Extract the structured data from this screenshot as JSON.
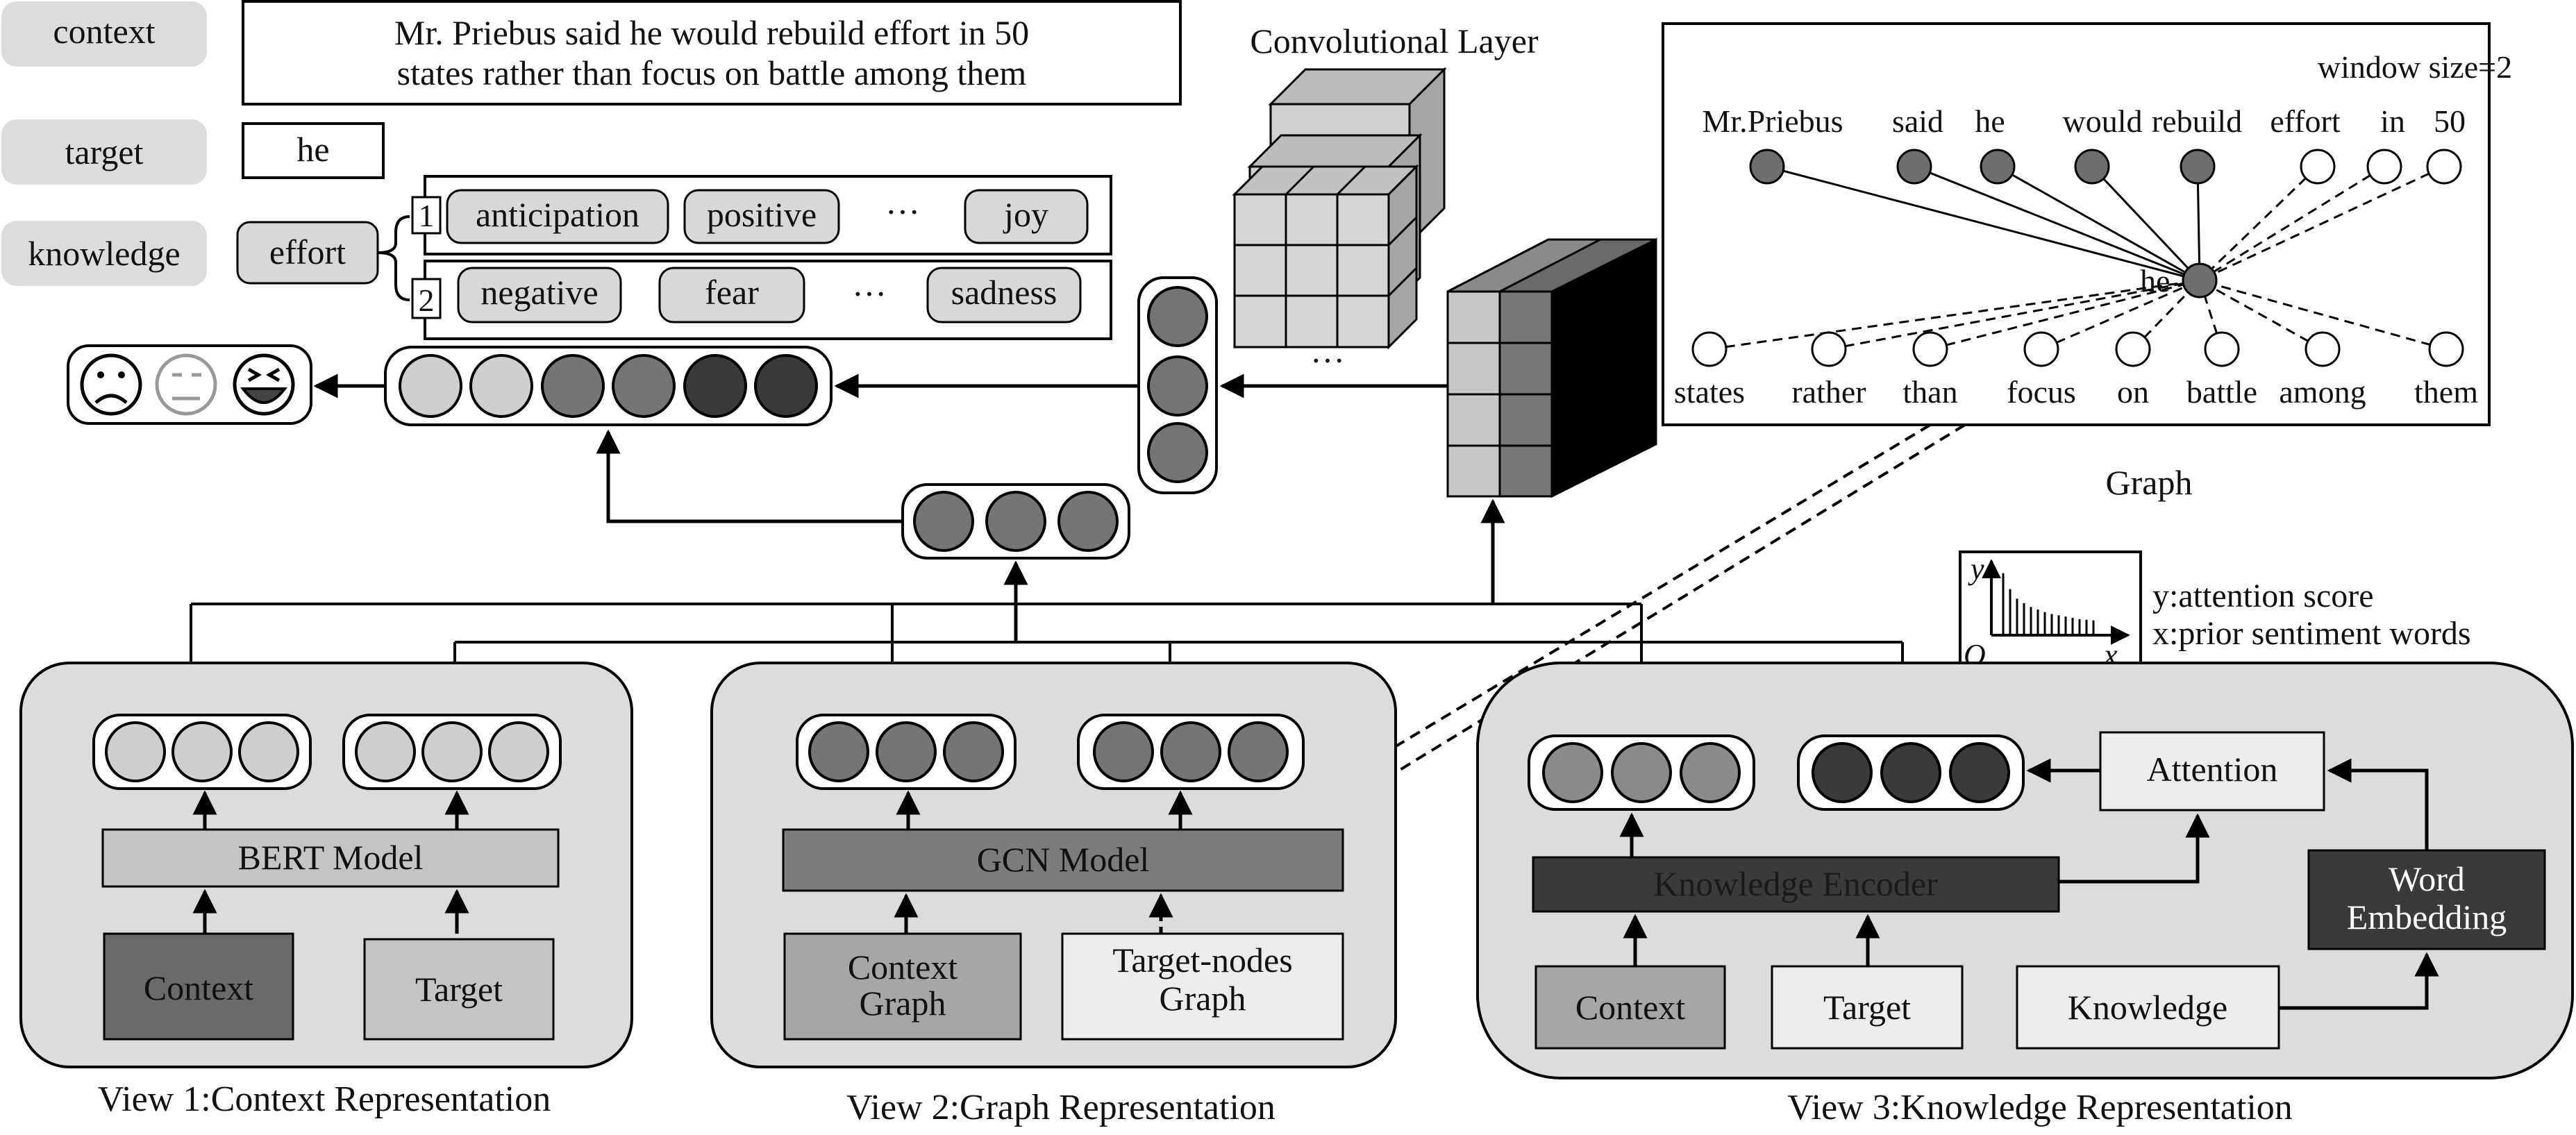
{
  "input_rows": {
    "context_tag": "context",
    "context_text_line1": "Mr. Priebus said he would rebuild effort in 50",
    "context_text_line2": "states rather than focus on battle among them",
    "target_tag": "target",
    "target_text": "he",
    "knowledge_tag": "knowledge",
    "knowledge_word": "effort"
  },
  "knowledge_groups": [
    {
      "index": "1",
      "items": [
        "anticipation",
        "positive",
        "joy"
      ],
      "ellipsis": "···"
    },
    {
      "index": "2",
      "items": [
        "negative",
        "fear",
        "sadness"
      ],
      "ellipsis": "···"
    }
  ],
  "emoji_names": [
    "sad-face-icon",
    "neutral-face-icon",
    "laughing-face-icon"
  ],
  "conv_layer": {
    "title": "Convolutional Layer",
    "ellipsis": "···"
  },
  "graph": {
    "caption": "Graph",
    "window_label": "window size=2",
    "center_word": "he",
    "top_words": [
      "Mr.Priebus",
      "said",
      "he",
      "would",
      "rebuild",
      "effort",
      "in",
      "50"
    ],
    "top_filled": [
      true,
      true,
      true,
      true,
      true,
      false,
      false,
      false
    ],
    "bottom_words": [
      "states",
      "rather",
      "than",
      "focus",
      "on",
      "battle",
      "among",
      "them"
    ]
  },
  "attention_plot": {
    "y_axis": "y",
    "x_axis": "x",
    "origin": "O",
    "legend_y": "y:attention score",
    "legend_x": "x:prior sentiment words",
    "bar_levels": [
      0.95,
      0.7,
      0.55,
      0.48,
      0.42,
      0.38,
      0.34,
      0.31,
      0.29,
      0.27,
      0.25,
      0.23,
      0.22,
      0.21
    ]
  },
  "view1": {
    "caption": "View 1:Context Representation",
    "model": "BERT Model",
    "input_a": "Context",
    "input_b": "Target"
  },
  "view2": {
    "caption": "View 2:Graph Representation",
    "model": "GCN Model",
    "input_a_line1": "Context",
    "input_a_line2": "Graph",
    "input_b_line1": "Target-nodes",
    "input_b_line2": "Graph"
  },
  "view3": {
    "caption": "View 3:Knowledge Representation",
    "encoder": "Knowledge Encoder",
    "attention": "Attention",
    "embedding_line1": "Word",
    "embedding_line2": "Embedding",
    "input_a": "Context",
    "input_b": "Target",
    "input_c": "Knowledge"
  },
  "colors": {
    "panel": "#dcdcdc",
    "light_node": "#cfcfcf",
    "mid_node": "#8a8a8a",
    "gray_node": "#757575",
    "dark_node": "#3a3a3a",
    "black_face": "#000000"
  }
}
